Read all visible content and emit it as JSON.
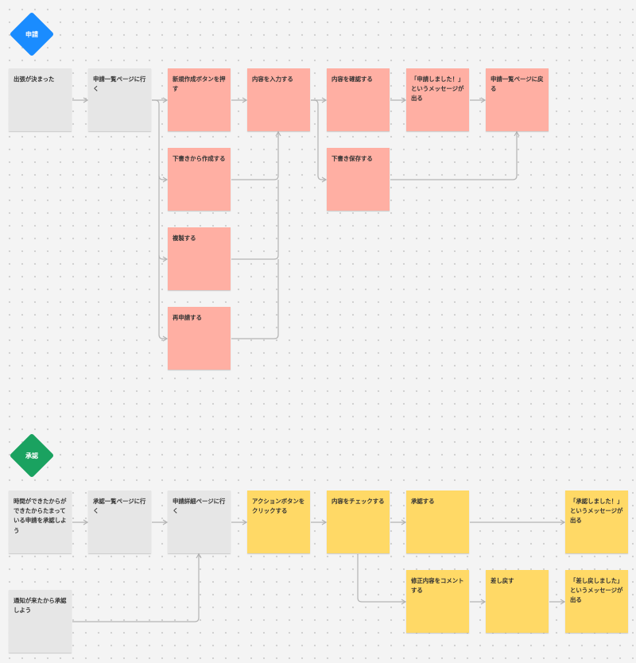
{
  "colors": {
    "apply_diamond": "#1a8cff",
    "approve_diamond": "#1aa260",
    "gray": "#e6e6e6",
    "pink": "#ffafa3",
    "yellow": "#ffd966",
    "connector": "#b3b3b3"
  },
  "sections": {
    "apply": "申請",
    "approve": "承認"
  },
  "notes": {
    "a1": "出張が決まった",
    "a2": "申請一覧ページに行く",
    "a3": "新規作成ボタンを押す",
    "a4": "下書きから作成する",
    "a5": "複製する",
    "a6": "再申請する",
    "a7": "内容を入力する",
    "a8": "内容を確認する",
    "a9": "下書き保存する",
    "a10": "「申請しました！」というメッセージが出る",
    "a11": "申請一覧ページに戻る",
    "b1": "時間ができたからができたからたまっている申請を承認しよう",
    "b2": "通知が来たから承認しよう",
    "b3": "承認一覧ページに行く",
    "b4": "申請詳細ページに行く",
    "b5": "アクションボタンをクリックする",
    "b6": "内容をチェックする",
    "b7": "承認する",
    "b8": "修正内容をコメントする",
    "b9": "差し戻す",
    "b10": "「承認しました！」というメッセージが出る",
    "b11": "「差し戻しました」というメッセージが出る"
  }
}
